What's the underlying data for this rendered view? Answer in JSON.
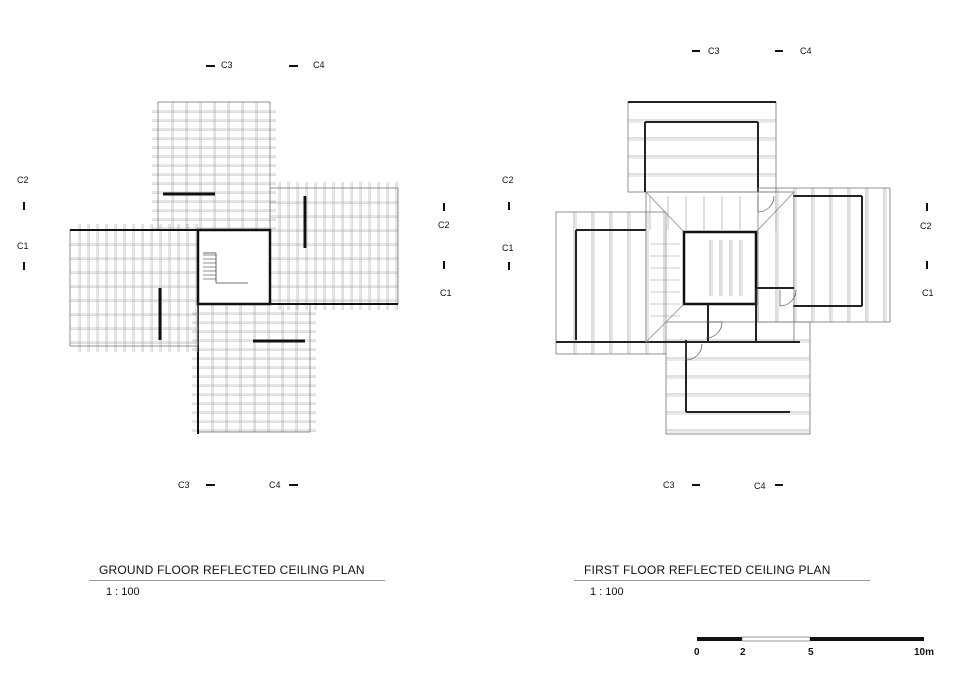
{
  "ground_floor": {
    "title": "GROUND FLOOR REFLECTED CEILING PLAN",
    "scale": "1 : 100",
    "section_marks": {
      "c1": "C1",
      "c2": "C2",
      "c3": "C3",
      "c4": "C4"
    }
  },
  "first_floor": {
    "title": "FIRST FLOOR REFLECTED CEILING PLAN",
    "scale": "1 : 100",
    "section_marks": {
      "c1": "C1",
      "c2": "C2",
      "c3": "C3",
      "c4": "C4"
    }
  },
  "scale_bar": {
    "labels": [
      "0",
      "2",
      "5",
      "10m"
    ]
  }
}
